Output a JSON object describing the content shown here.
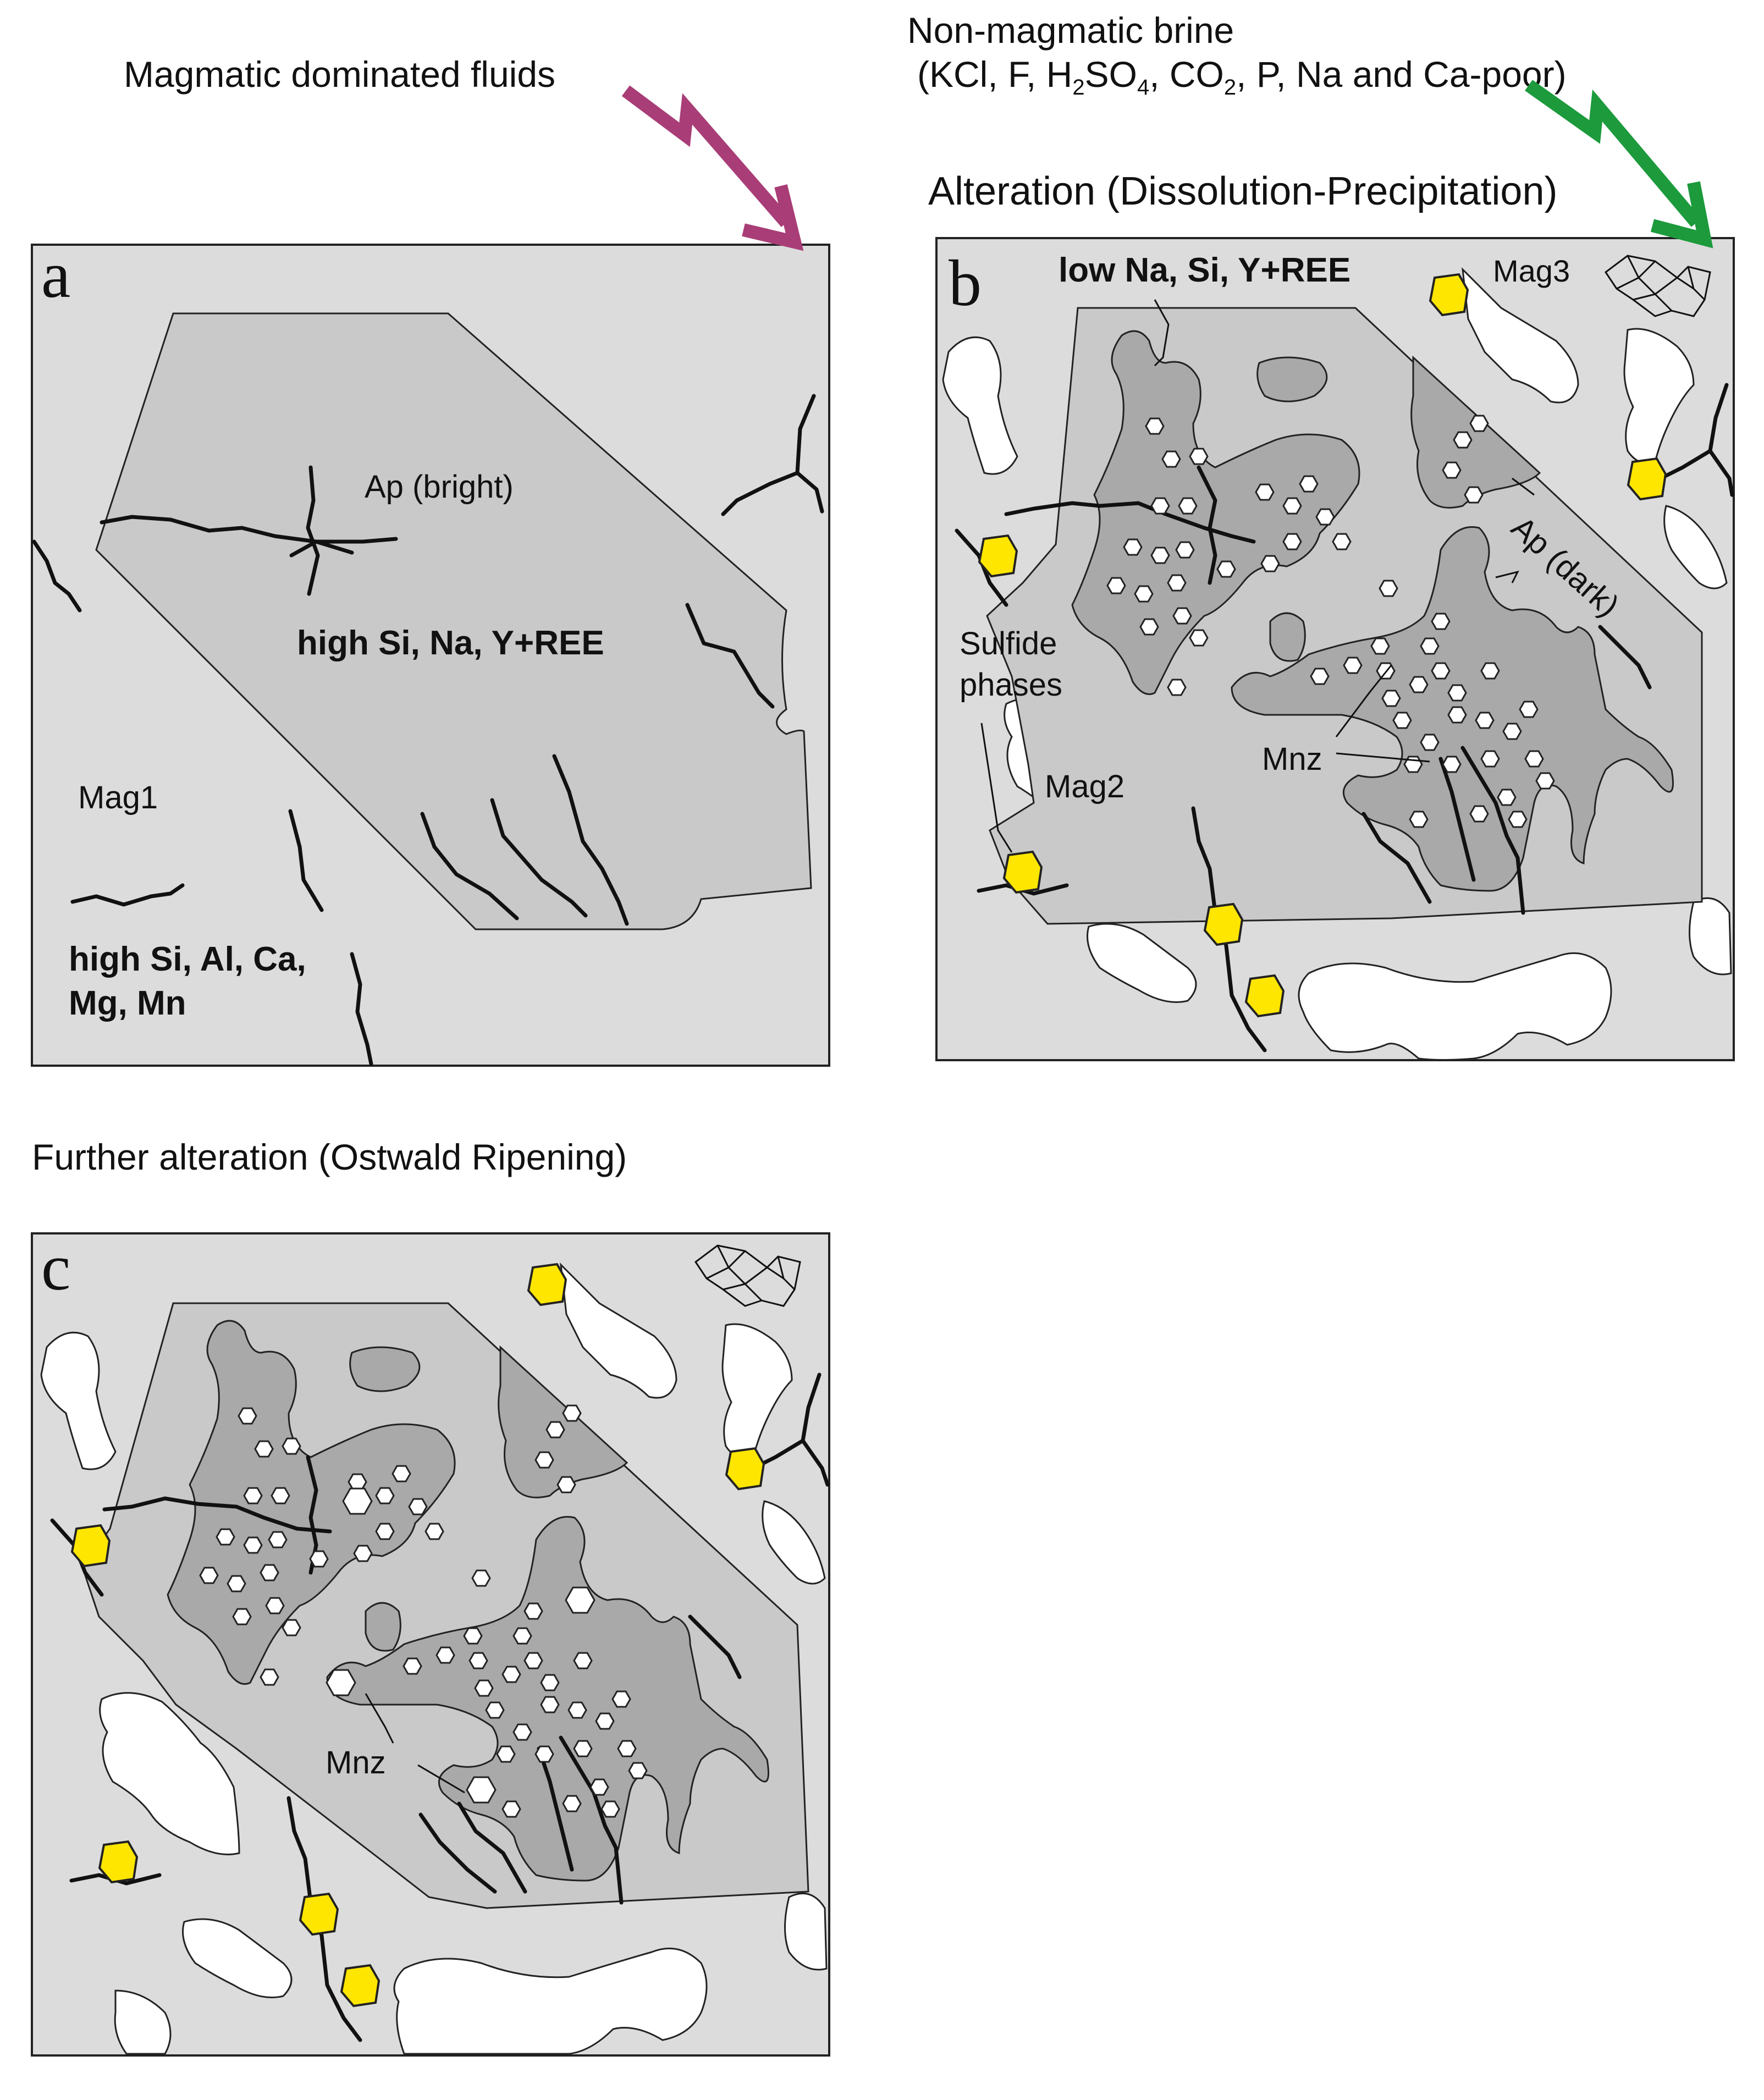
{
  "headers": {
    "magmatic": "Magmatic dominated fluids",
    "brine_line1": "Non-magmatic brine",
    "brine_line2_parts": [
      "(KCl, F, H",
      "2",
      "SO",
      "4",
      ", CO",
      "2",
      ", P, Na and Ca-poor)"
    ],
    "alteration": "Alteration (Dissolution-Precipitation)",
    "further": "Further alteration (Ostwald Ripening)"
  },
  "colors": {
    "magmatic_arrow": "#a83d77",
    "brine_arrow": "#1c9a3c",
    "matrix": "#dcdcdc",
    "apatite_bright": "#c9c9c9",
    "apatite_dark": "#a9a9a9",
    "sulfide": "#ffe600",
    "white_grain": "#ffffff"
  },
  "panel_a": {
    "letter": "a",
    "ap_bright": "Ap (bright)",
    "ap_chem": "high Si, Na, Y+REE",
    "mag1": "Mag1",
    "mag1_chem_line1": "high Si, Al, Ca,",
    "mag1_chem_line2": "Mg, Mn"
  },
  "panel_b": {
    "letter": "b",
    "dark_chem": "low Na, Si, Y+REE",
    "mag3": "Mag3",
    "ap_dark": "Ap (dark)",
    "sulfide_line1": "Sulfide",
    "sulfide_line2": "phases",
    "mnz": "Mnz",
    "mag2": "Mag2"
  },
  "panel_c": {
    "letter": "c",
    "mnz": "Mnz"
  }
}
